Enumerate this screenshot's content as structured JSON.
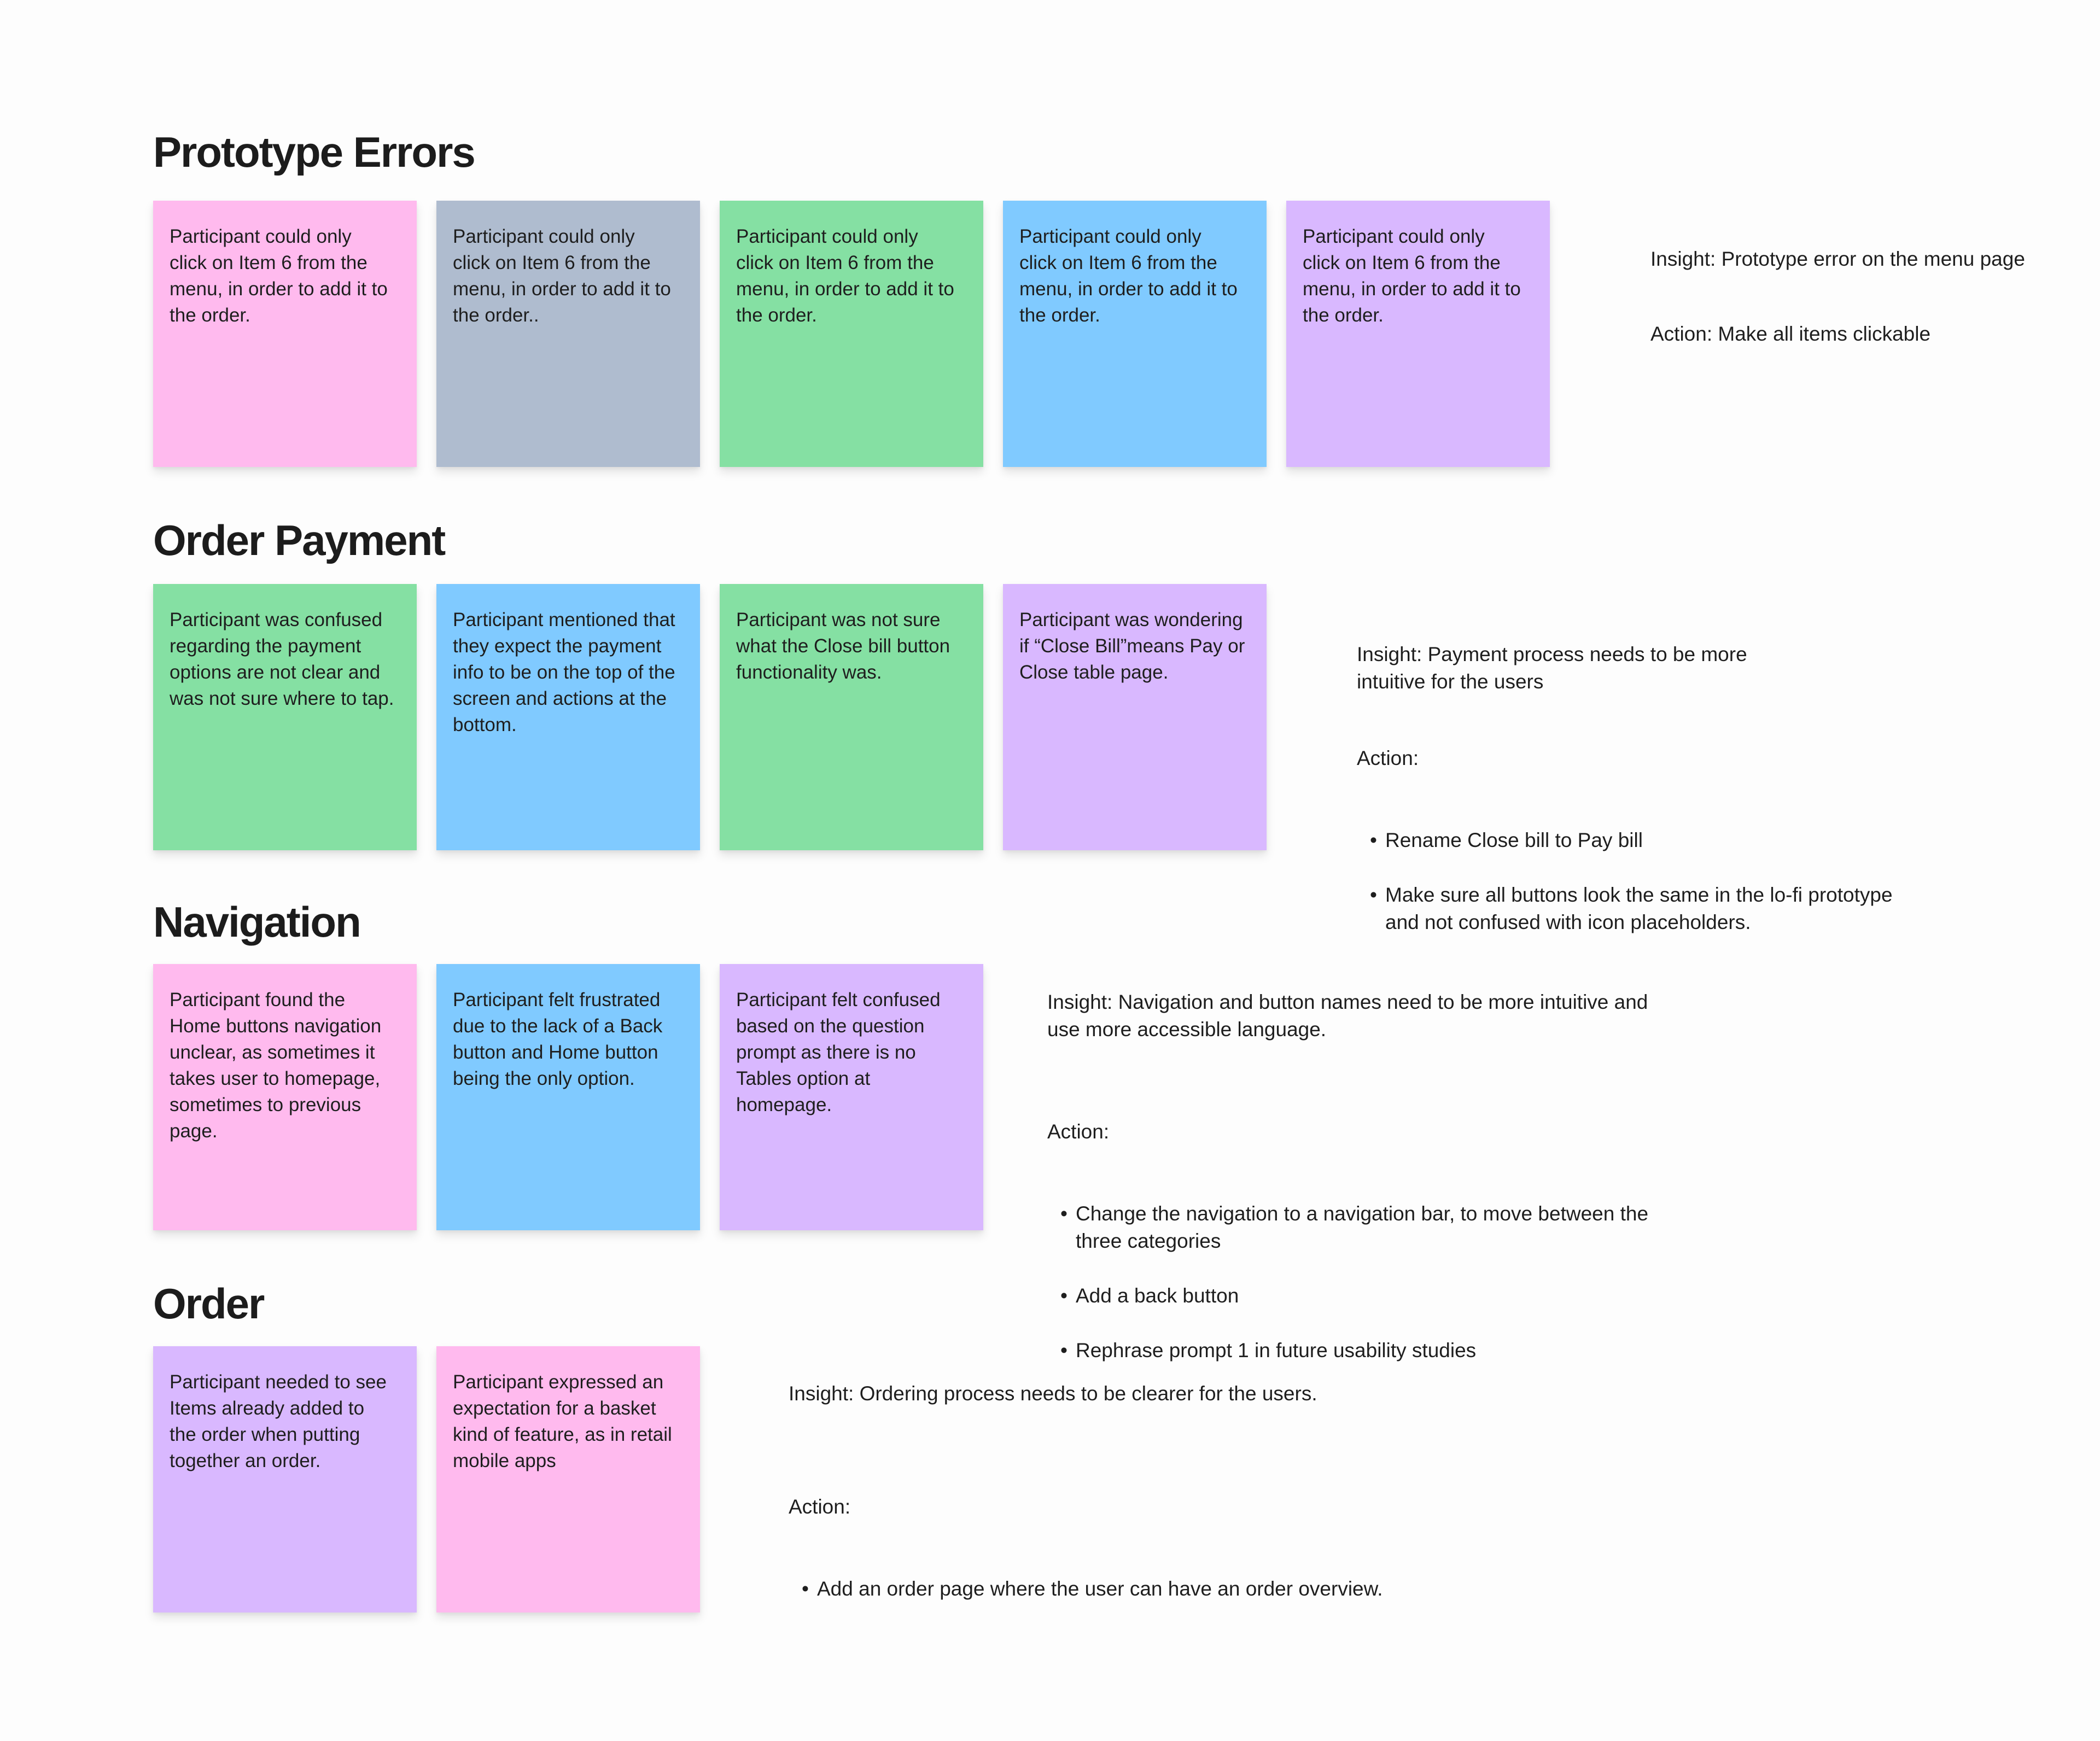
{
  "canvas": {
    "background": "#fdfdfd",
    "text_color": "#1e1e1e"
  },
  "palette": {
    "pink": "#ffbaee",
    "gray": "#afbccf",
    "green": "#85e0a3",
    "blue": "#80caff",
    "violet": "#d9b8ff"
  },
  "sections": [
    {
      "title": "Prototype Errors",
      "stickies": [
        {
          "color": "#ffbaee",
          "color_name": "pink",
          "text": "Participant could only\nclick on Item 6 from the\nmenu, in order to add it to\nthe order."
        },
        {
          "color": "#afbccf",
          "color_name": "gray",
          "text": "Participant could only\nclick on Item 6 from the\nmenu, in order to add it to\nthe order.."
        },
        {
          "color": "#85e0a3",
          "color_name": "green",
          "text": "Participant could only\nclick on Item 6 from the\nmenu, in order to add it to\nthe order."
        },
        {
          "color": "#80caff",
          "color_name": "blue",
          "text": "Participant could only\nclick on Item 6 from the\nmenu, in order to add it to\nthe order."
        },
        {
          "color": "#d9b8ff",
          "color_name": "violet",
          "text": "Participant could only\nclick on Item 6 from the\nmenu, in order to add it to\nthe order."
        }
      ],
      "insight": "Insight: Prototype error on the menu page",
      "action_label": "Action: Make all items clickable",
      "action_items": []
    },
    {
      "title": "Order Payment",
      "stickies": [
        {
          "color": "#85e0a3",
          "color_name": "green",
          "text": "Participant was confused\nregarding the payment\noptions are not clear and\nwas not sure where to tap."
        },
        {
          "color": "#80caff",
          "color_name": "blue",
          "text": "Participant mentioned that\nthey expect the payment\ninfo to be on the top of the\nscreen and actions at the\nbottom."
        },
        {
          "color": "#85e0a3",
          "color_name": "green",
          "text": "Participant was not sure\nwhat the Close bill button\nfunctionality was."
        },
        {
          "color": "#d9b8ff",
          "color_name": "violet",
          "text": "Participant was wondering\nif “Close Bill”means  Pay or\nClose table page."
        }
      ],
      "insight": "Insight: Payment process needs to  be more\nintuitive for the users",
      "action_label": "Action:",
      "action_items": [
        "Rename Close bill to Pay bill",
        "Make sure all buttons look the same in the lo-fi prototype\nand not confused with icon placeholders."
      ]
    },
    {
      "title": "Navigation",
      "stickies": [
        {
          "color": "#ffbaee",
          "color_name": "pink",
          "text": "Participant found the\nHome buttons navigation\nunclear, as sometimes it\ntakes user to homepage,\nsometimes to previous\npage."
        },
        {
          "color": "#80caff",
          "color_name": "blue",
          "text": "Participant felt frustrated\ndue to the lack of a Back\nbutton and Home button\nbeing the only option."
        },
        {
          "color": "#d9b8ff",
          "color_name": "violet",
          "text": "Participant felt confused\nbased on the question\nprompt as there is no\nTables option at\nhomepage."
        }
      ],
      "insight": "Insight: Navigation and button names need to be more intuitive and\nuse more accessible language.",
      "action_label": "Action:",
      "action_items": [
        "Change the navigation to a navigation bar, to move between the\nthree categories",
        "Add a back button",
        "Rephrase prompt 1 in future usability studies"
      ]
    },
    {
      "title": "Order",
      "stickies": [
        {
          "color": "#d9b8ff",
          "color_name": "violet",
          "text": "Participant needed to see\nItems already added to\nthe order when putting\ntogether an order."
        },
        {
          "color": "#ffbaee",
          "color_name": "pink",
          "text": "Participant expressed an\nexpectation for a basket\nkind of feature, as in retail\nmobile apps"
        }
      ],
      "insight": "Insight: Ordering process needs to be clearer for the users.",
      "action_label": "Action:",
      "action_items": [
        "Add an order page where the user can have an order overview."
      ]
    }
  ]
}
